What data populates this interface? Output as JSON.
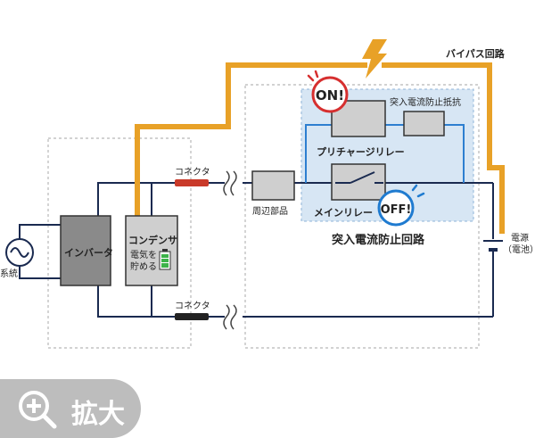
{
  "labels": {
    "bypass": "バイパス回路",
    "precharge_resistor": "突入電流防止抵抗",
    "precharge_relay": "プリチャージリレー",
    "main_relay": "メインリレー",
    "inrush_circuit": "突入電流防止回路",
    "power_line1": "電源",
    "power_line2": "（電池）",
    "peripheral": "周辺部品",
    "connector_top": "コネクタ",
    "connector_bottom": "コネクタ",
    "inverter": "インバータ",
    "capacitor_title": "コンデンサ",
    "capacitor_line1": "電気を",
    "capacitor_line2": "貯める",
    "grid": "系統"
  },
  "badges": {
    "on": "ON!",
    "off": "OFF!"
  },
  "zoom_button": {
    "label": "拡大",
    "icon": "zoom-in-icon"
  },
  "colors": {
    "bypass": "#e8a127",
    "bypass_text": "#d62f2f",
    "on_badge": "#d62f2f",
    "off_badge": "#1f7bd0",
    "inrush_text": "#1f7bd0",
    "inrush_bg": "#d7e6f4",
    "wire": "#1a2a50",
    "blue_wire": "#2d7fd0",
    "connector_top": "#c93a2a",
    "connector_bottom": "#222222",
    "zoom_bg": "#bdbdbd"
  }
}
